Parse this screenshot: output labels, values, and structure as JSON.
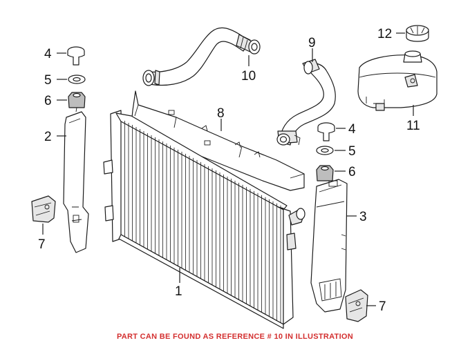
{
  "footer_note": "PART CAN BE FOUND AS REFERENCE # 10 IN ILLUSTRATION",
  "footer_color": "#d32f2f",
  "callouts": {
    "c1": "1",
    "c2": "2",
    "c3": "3",
    "c4_left": "4",
    "c5_left": "5",
    "c6_left": "6",
    "c7_left": "7",
    "c4_right": "4",
    "c5_right": "5",
    "c6_right": "6",
    "c7_right": "7",
    "c8": "8",
    "c9": "9",
    "c10": "10",
    "c11": "11",
    "c12": "12"
  }
}
